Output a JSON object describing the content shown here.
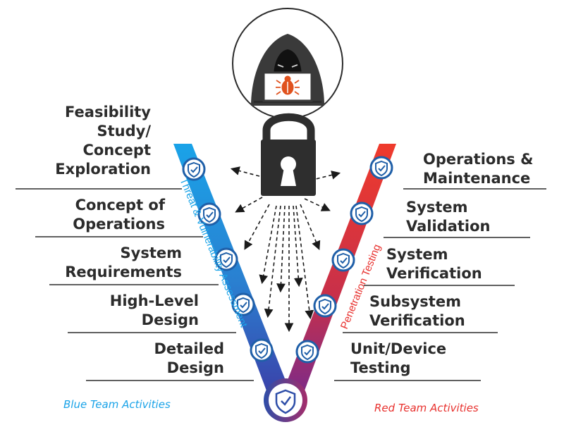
{
  "left_stages": [
    "Feasibility\nStudy/\nConcept\nExploration",
    "Concept of\nOperations",
    "System\nRequirements",
    "High-Level\nDesign",
    "Detailed\nDesign"
  ],
  "right_stages": [
    "Operations &\nMaintenance",
    "System\nValidation",
    "System\nVerification",
    "Subsystem\nVerification",
    "Unit/Device\nTesting"
  ],
  "left_arm_label": "Threat & Vulnerability Assessment",
  "right_arm_label": "Penetration Testing",
  "blue_team_label": "Blue Team Activities",
  "red_team_label": "Red Team Activities",
  "colors": {
    "blue": "#1aa3e8",
    "blue_dark": "#2e4ea8",
    "red": "#e8312e",
    "red_dark": "#8e2a7e",
    "shield": "#1f5fa8",
    "text": "#2b2b2b",
    "lock": "#2e2e2e",
    "bug": "#e0521e"
  },
  "icons": {
    "hacker": "hooded-hacker-icon",
    "lock": "padlock-icon",
    "shield": "shield-check-icon",
    "bug": "bug-icon"
  }
}
